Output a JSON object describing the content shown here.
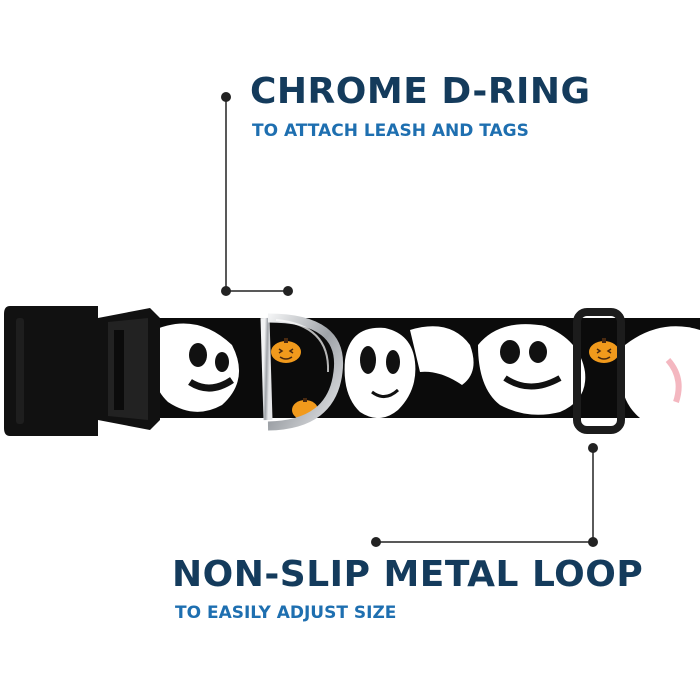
{
  "callouts": {
    "d_ring": {
      "title": "CHROME D-RING",
      "subtitle": "TO ATTACH LEASH AND TAGS"
    },
    "loop": {
      "title": "NON-SLIP METAL LOOP",
      "subtitle": "TO EASILY ADJUST SIZE"
    }
  },
  "colors": {
    "title": "#143b5c",
    "subtitle": "#1e6fb0",
    "leader_line": "#222222",
    "buckle": "#111111",
    "strap": "#0b0b0b",
    "ghost": "#ffffff",
    "pumpkin": "#f19a1c",
    "metal": "#b9bcc0"
  },
  "icons": [
    "ghost-icon",
    "pumpkin-icon",
    "d-ring-icon",
    "buckle-icon",
    "slide-loop-icon"
  ]
}
